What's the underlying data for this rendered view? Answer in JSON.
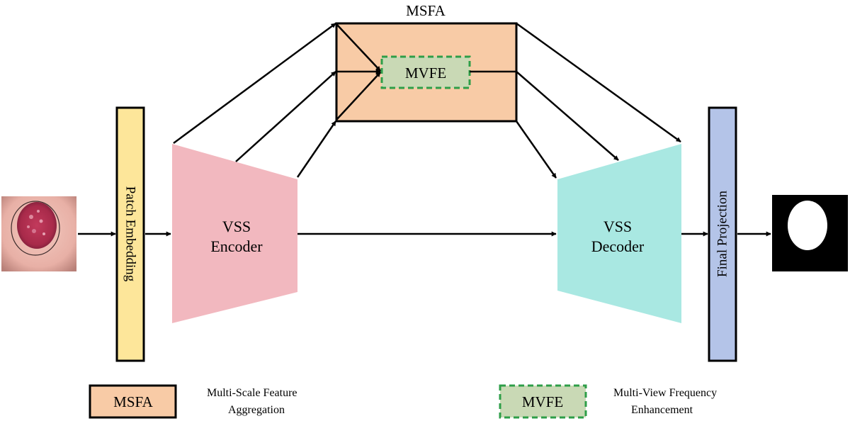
{
  "title": "MSFA",
  "blocks": {
    "patch_embedding": "Patch Embedding",
    "encoder_line1": "VSS",
    "encoder_line2": "Encoder",
    "decoder_line1": "VSS",
    "decoder_line2": "Decoder",
    "final_projection": "Final Projection",
    "mvfe": "MVFE"
  },
  "legend": {
    "msfa_box": "MSFA",
    "msfa_desc_line1": "Multi-Scale Feature",
    "msfa_desc_line2": "Aggregation",
    "mvfe_box": "MVFE",
    "mvfe_desc_line1": "Multi-View Frequency",
    "mvfe_desc_line2": "Enhancement"
  },
  "colors": {
    "msfa_fill": "#f8cba6",
    "mvfe_fill": "#c9d9b5",
    "mvfe_border": "#2e9e48",
    "patch_fill": "#fde69a",
    "encoder_fill": "#f2b8bf",
    "decoder_fill": "#a9e8e2",
    "projection_fill": "#b4c4e8"
  }
}
